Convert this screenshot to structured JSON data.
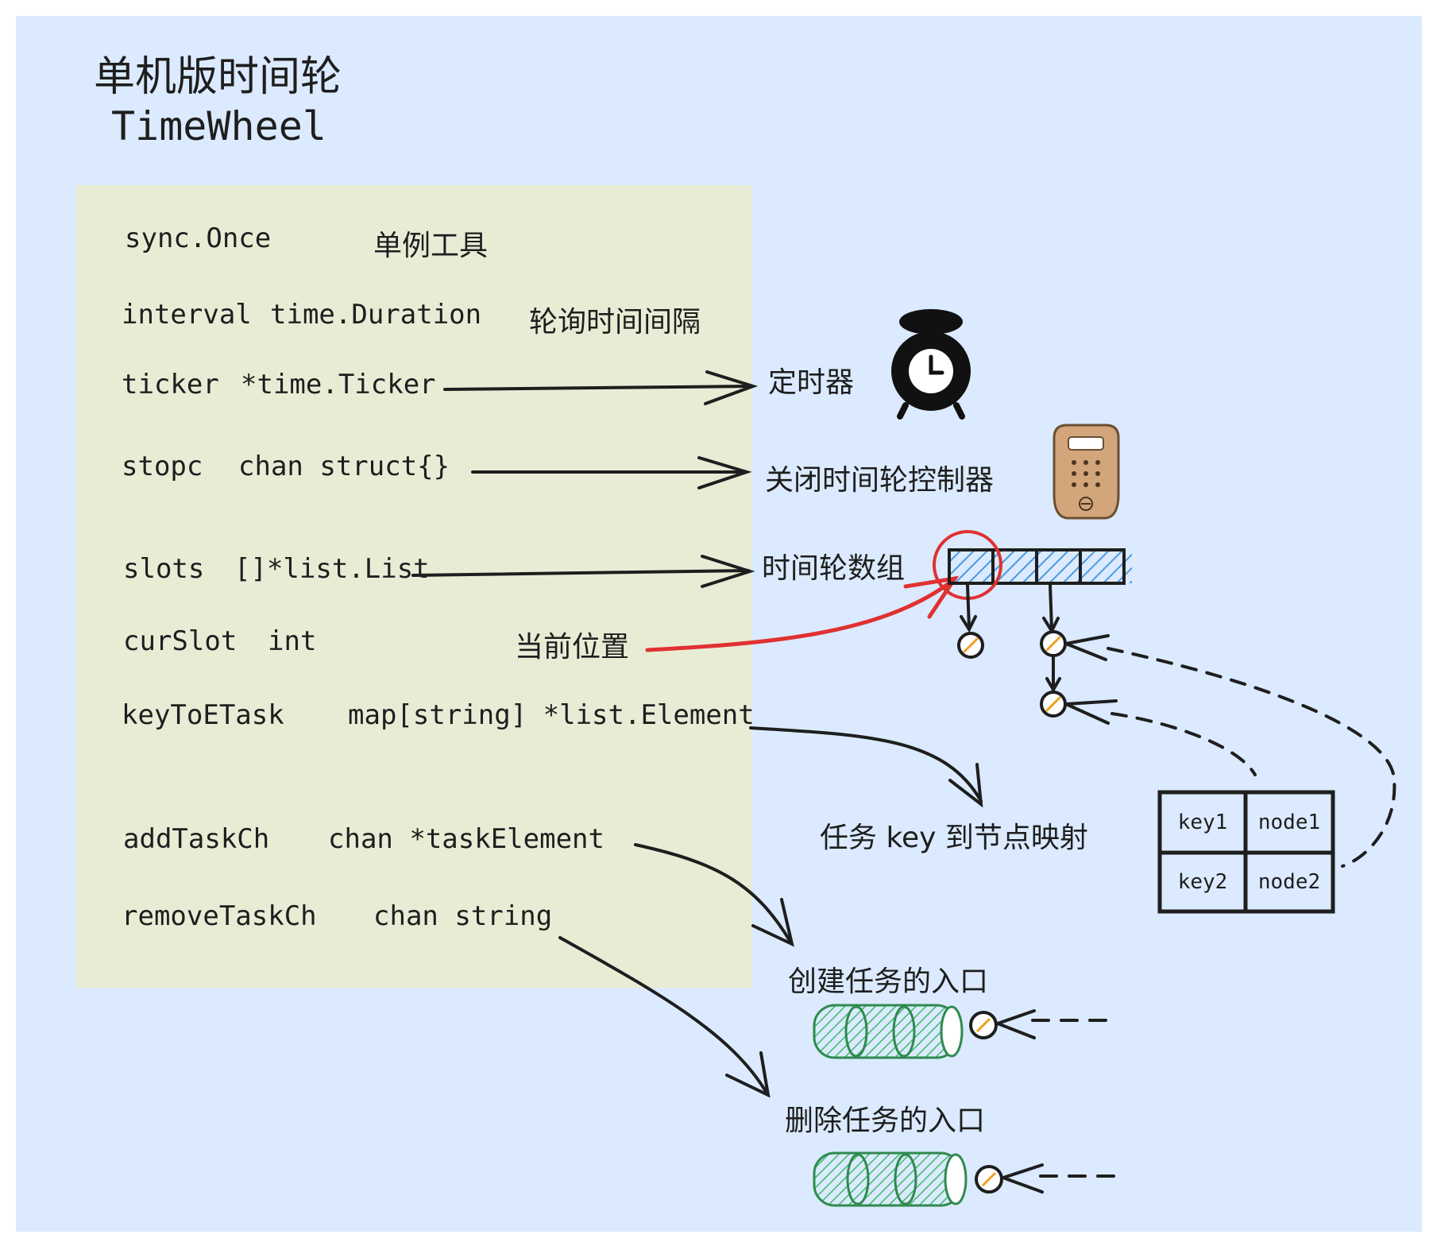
{
  "title": {
    "cn": "单机版时间轮",
    "en": "TimeWheel"
  },
  "fields": [
    {
      "name": "sync.Once",
      "type": "",
      "desc": "单例工具"
    },
    {
      "name": "interval",
      "type": "time.Duration",
      "desc": "轮询时间间隔"
    },
    {
      "name": "ticker",
      "type": "*time.Ticker",
      "desc": ""
    },
    {
      "name": "stopc",
      "type": "chan struct{}",
      "desc": ""
    },
    {
      "name": "slots",
      "type": "[]*list.List",
      "desc": ""
    },
    {
      "name": "curSlot",
      "type": "int",
      "desc": "当前位置"
    },
    {
      "name": "keyToETask",
      "type": "map[string] *list.Element",
      "desc": ""
    },
    {
      "name": "addTaskCh",
      "type": "chan *taskElement",
      "desc": ""
    },
    {
      "name": "removeTaskCh",
      "type": "chan string",
      "desc": ""
    }
  ],
  "annotations": {
    "timer": "定时器",
    "stop_controller": "关闭时间轮控制器",
    "slots_array": "时间轮数组",
    "key_map": "任务 key 到节点映射",
    "add_entry": "创建任务的入口",
    "remove_entry": "删除任务的入口"
  },
  "map_table": [
    [
      "key1",
      "node1"
    ],
    [
      "key2",
      "node2"
    ]
  ],
  "icons": [
    "alarm-clock-icon",
    "remote-control-icon"
  ],
  "colors": {
    "canvas": "#dbeafe",
    "struct_box": "#e9ecd5",
    "stroke": "#1e1e1e",
    "highlight": "#e03131",
    "slot_fill": "#4a9ae0",
    "queue_fill": "#40b86a",
    "remote_fill": "#d3a57b"
  }
}
